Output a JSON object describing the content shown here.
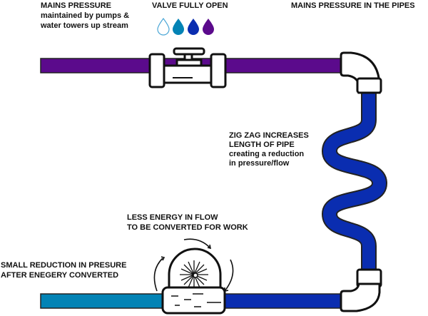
{
  "labels": {
    "mains_pressure_title": "MAINS PRESSURE",
    "mains_pressure_line1": "maintained by pumps &",
    "mains_pressure_line2": "water towers up stream",
    "valve_title": "VALVE FULLY OPEN",
    "pipes_title": "MAINS PRESSURE IN THE PIPES",
    "zigzag_line1": "ZIG ZAG INCREASES",
    "zigzag_line2": "LENGTH OF PIPE",
    "zigzag_line3": "creating a reduction",
    "zigzag_line4": "in pressure/flow",
    "energy_line1": "LESS ENERGY IN FLOW",
    "energy_line2": "TO BE CONVERTED FOR WORK",
    "reduction_line1": "SMALL REDUCTION IN PRESURE",
    "reduction_line2": "AFTER ENEGERY CONVERTED"
  },
  "colors": {
    "high_pressure": "#5b0a8c",
    "medium_pressure": "#0a2db0",
    "low_pressure": "#0383b5",
    "drop_outline": "#4aa6d6"
  },
  "icons": [
    "water-drop-outline-icon",
    "water-drop-teal-icon",
    "water-drop-blue-icon",
    "water-drop-purple-icon",
    "valve-icon",
    "elbow-joint-icon",
    "turbine-icon"
  ]
}
